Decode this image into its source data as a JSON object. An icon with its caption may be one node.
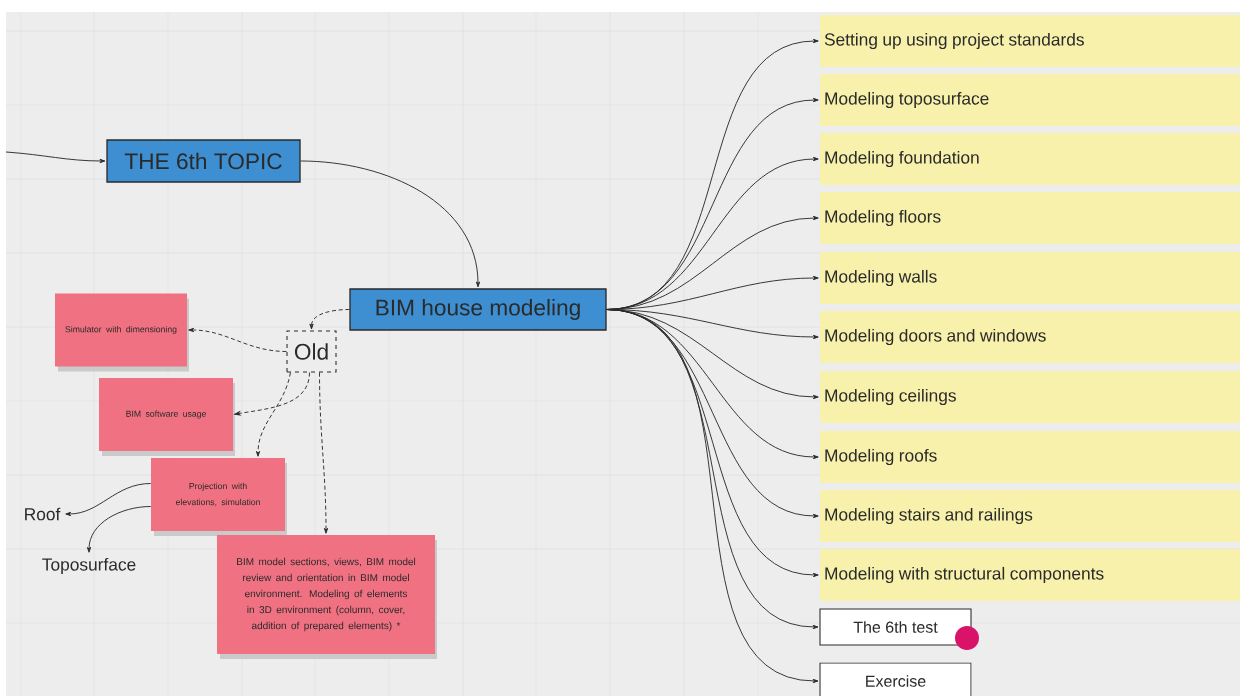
{
  "diagram": {
    "nodes": [
      {
        "text": [
          "THE 6th TOPIC"
        ]
      },
      {
        "text": [
          "BIM house modeling"
        ]
      },
      {
        "text": [
          "Old"
        ]
      },
      {
        "text": [
          "Simulator with dimensioning"
        ]
      },
      {
        "text": [
          "BIM software usage"
        ]
      },
      {
        "text": [
          "Projection with elevations, simulation"
        ]
      },
      {
        "text": [
          "Roof"
        ]
      },
      {
        "text": [
          "Toposurface"
        ]
      },
      {
        "text": [
          "BIM model sections, views, BIM model review and orientation in BIM model environment. Modeling of elements in 3D environment (column, cover, addition of prepared elements) *"
        ]
      },
      {
        "text": [
          "Setting up using project standards"
        ]
      },
      {
        "text": [
          "Modeling toposurface"
        ]
      },
      {
        "text": [
          "Modeling foundation"
        ]
      },
      {
        "text": [
          "Modeling floors"
        ]
      },
      {
        "text": [
          "Modeling walls"
        ]
      },
      {
        "text": [
          "Modeling doors and windows"
        ]
      },
      {
        "text": [
          "Modeling ceilings"
        ]
      },
      {
        "text": [
          "Modeling roofs"
        ]
      },
      {
        "text": [
          "Modeling stairs and railings"
        ]
      },
      {
        "text": [
          "Modeling with structural components"
        ]
      },
      {
        "text": [
          "The 6th test"
        ]
      },
      {
        "text": [
          "Exercise"
        ]
      }
    ],
    "edges": [
      {
        "from": null,
        "to": 0,
        "arrow": "to"
      },
      {
        "from": 0,
        "to": 1,
        "arrow": "to"
      },
      {
        "from": 1,
        "to": 2,
        "arrow": "to",
        "style": "dashed"
      },
      {
        "from": 2,
        "to": 3,
        "arrow": "to",
        "style": "dashed"
      },
      {
        "from": 2,
        "to": 4,
        "arrow": "to",
        "style": "dashed"
      },
      {
        "from": 2,
        "to": 5,
        "arrow": "to",
        "style": "dashed"
      },
      {
        "from": 2,
        "to": 8,
        "arrow": "to",
        "style": "dashed"
      },
      {
        "from": 5,
        "to": 6,
        "arrow": "to"
      },
      {
        "from": 5,
        "to": 7,
        "arrow": "to"
      },
      {
        "from": 1,
        "to": 9,
        "arrow": "to"
      },
      {
        "from": 1,
        "to": 10,
        "arrow": "to"
      },
      {
        "from": 1,
        "to": 11,
        "arrow": "to"
      },
      {
        "from": 1,
        "to": 12,
        "arrow": "to"
      },
      {
        "from": 1,
        "to": 13,
        "arrow": "to"
      },
      {
        "from": 1,
        "to": 14,
        "arrow": "to"
      },
      {
        "from": 1,
        "to": 15,
        "arrow": "to"
      },
      {
        "from": 1,
        "to": 16,
        "arrow": "to"
      },
      {
        "from": 1,
        "to": 17,
        "arrow": "to"
      },
      {
        "from": 1,
        "to": 18,
        "arrow": "to"
      },
      {
        "from": 1,
        "to": 19,
        "arrow": "to"
      },
      {
        "from": 1,
        "to": 20,
        "arrow": "to"
      }
    ]
  }
}
